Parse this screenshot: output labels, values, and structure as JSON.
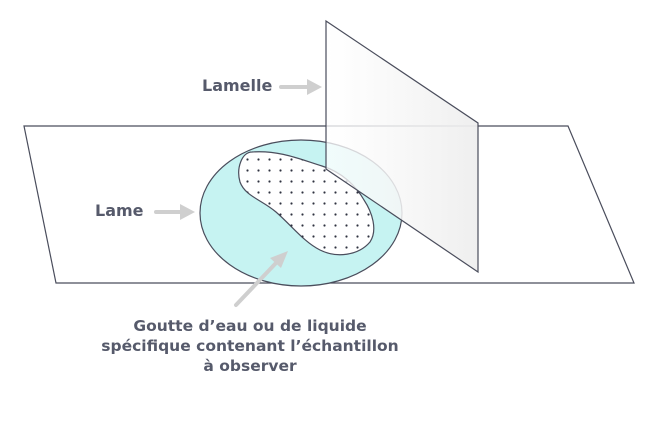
{
  "labels": {
    "lamelle": "Lamelle",
    "lame": "Lame",
    "goutte": [
      "Goutte d’eau ou de liquide",
      "spécifique contenant l’échantillon",
      "à observer"
    ]
  },
  "colors": {
    "outline": "#4a4d5c",
    "drop_fill": "#c6f3f2",
    "arrow": "#cfcfcf",
    "text": "#565a6b"
  }
}
